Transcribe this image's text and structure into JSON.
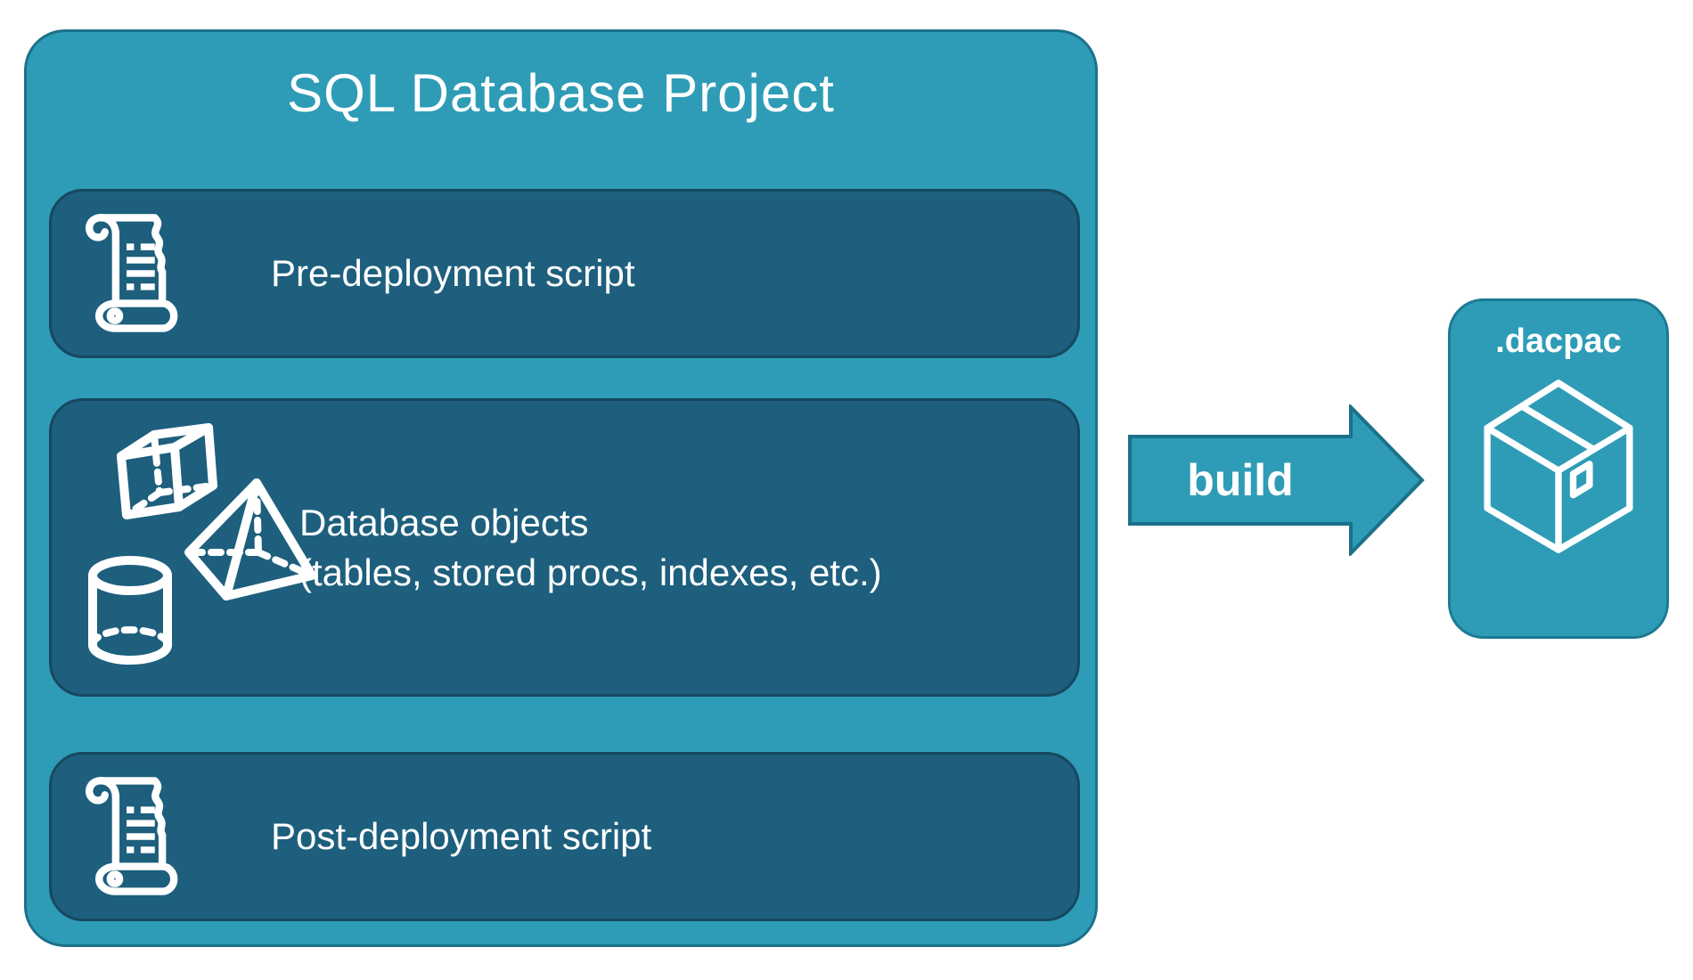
{
  "diagram": {
    "title": "SQL Database Project",
    "boxes": {
      "pre": {
        "label": "Pre-deployment script",
        "icon": "scroll-icon"
      },
      "objects": {
        "line1": "Database objects",
        "line2": "(tables, stored procs, indexes, etc.)",
        "icons": [
          "cube-icon",
          "pyramid-icon",
          "cylinder-icon"
        ]
      },
      "post": {
        "label": "Post-deployment script",
        "icon": "scroll-icon"
      }
    },
    "arrow": {
      "label": "build"
    },
    "artifact": {
      "label": ".dacpac",
      "icon": "package-icon"
    },
    "colors": {
      "container_teal": "#2E9CB6",
      "container_border": "#1B7189",
      "inner_panel_blue": "#1D5F7D",
      "inner_panel_border": "#16485F",
      "dacpac_border": "#1C7A93",
      "icon_and_text": "#FFFFFF",
      "background": "#FFFFFF"
    }
  }
}
